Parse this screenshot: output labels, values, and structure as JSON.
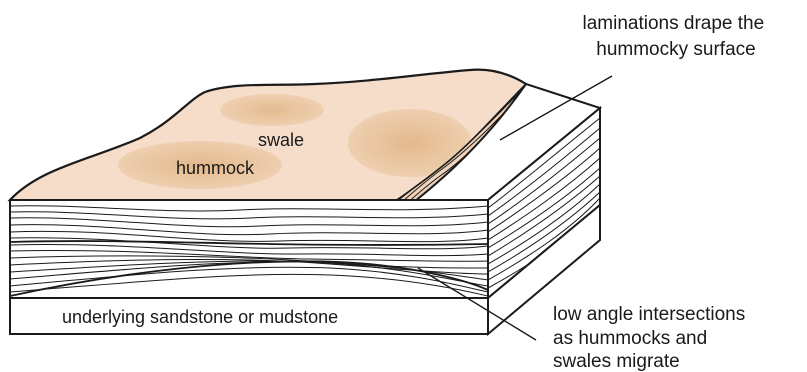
{
  "labels": {
    "top_annotation": [
      "laminations drape the",
      "hummocky surface"
    ],
    "bottom_annotation": [
      "low angle intersections",
      "as hummocks and",
      "swales migrate"
    ],
    "swale": "swale",
    "hummock": "hummock",
    "base_layer": "underlying sandstone or mudstone"
  },
  "colors": {
    "surface_fill": "#f5ddca",
    "hummock_fill": "#e7c39a",
    "outline": "#1b1b1b",
    "background": "#ffffff"
  }
}
